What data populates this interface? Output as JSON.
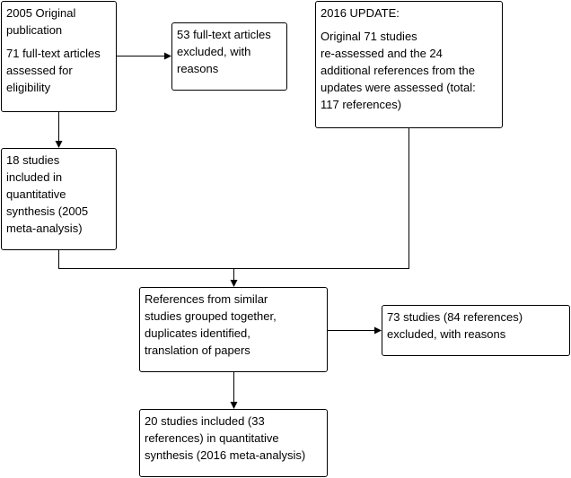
{
  "boxes": {
    "original_publication": {
      "heading": "2005 Original\npublication",
      "body": "71 full-text articles\nassessed for\neligibility"
    },
    "excluded_2005": {
      "body": "53 full-text articles\nexcluded, with\nreasons"
    },
    "update_2016": {
      "heading": "2016 UPDATE:",
      "body": "Original 71 studies\nre-assessed and the 24\nadditional references from the\nupdates were assessed (total:\n117 references)"
    },
    "included_2005": {
      "body": "18 studies\nincluded in\nquantitative\nsynthesis (2005\nmeta-analysis)"
    },
    "grouping": {
      "body": "References from similar\nstudies grouped together,\nduplicates identified,\ntranslation of papers"
    },
    "excluded_2016": {
      "body": "73 studies (84 references)\nexcluded, with reasons"
    },
    "included_2016": {
      "body": "20 studies included (33\nreferences) in quantitative\nsynthesis (2016 meta-analysis)"
    }
  }
}
